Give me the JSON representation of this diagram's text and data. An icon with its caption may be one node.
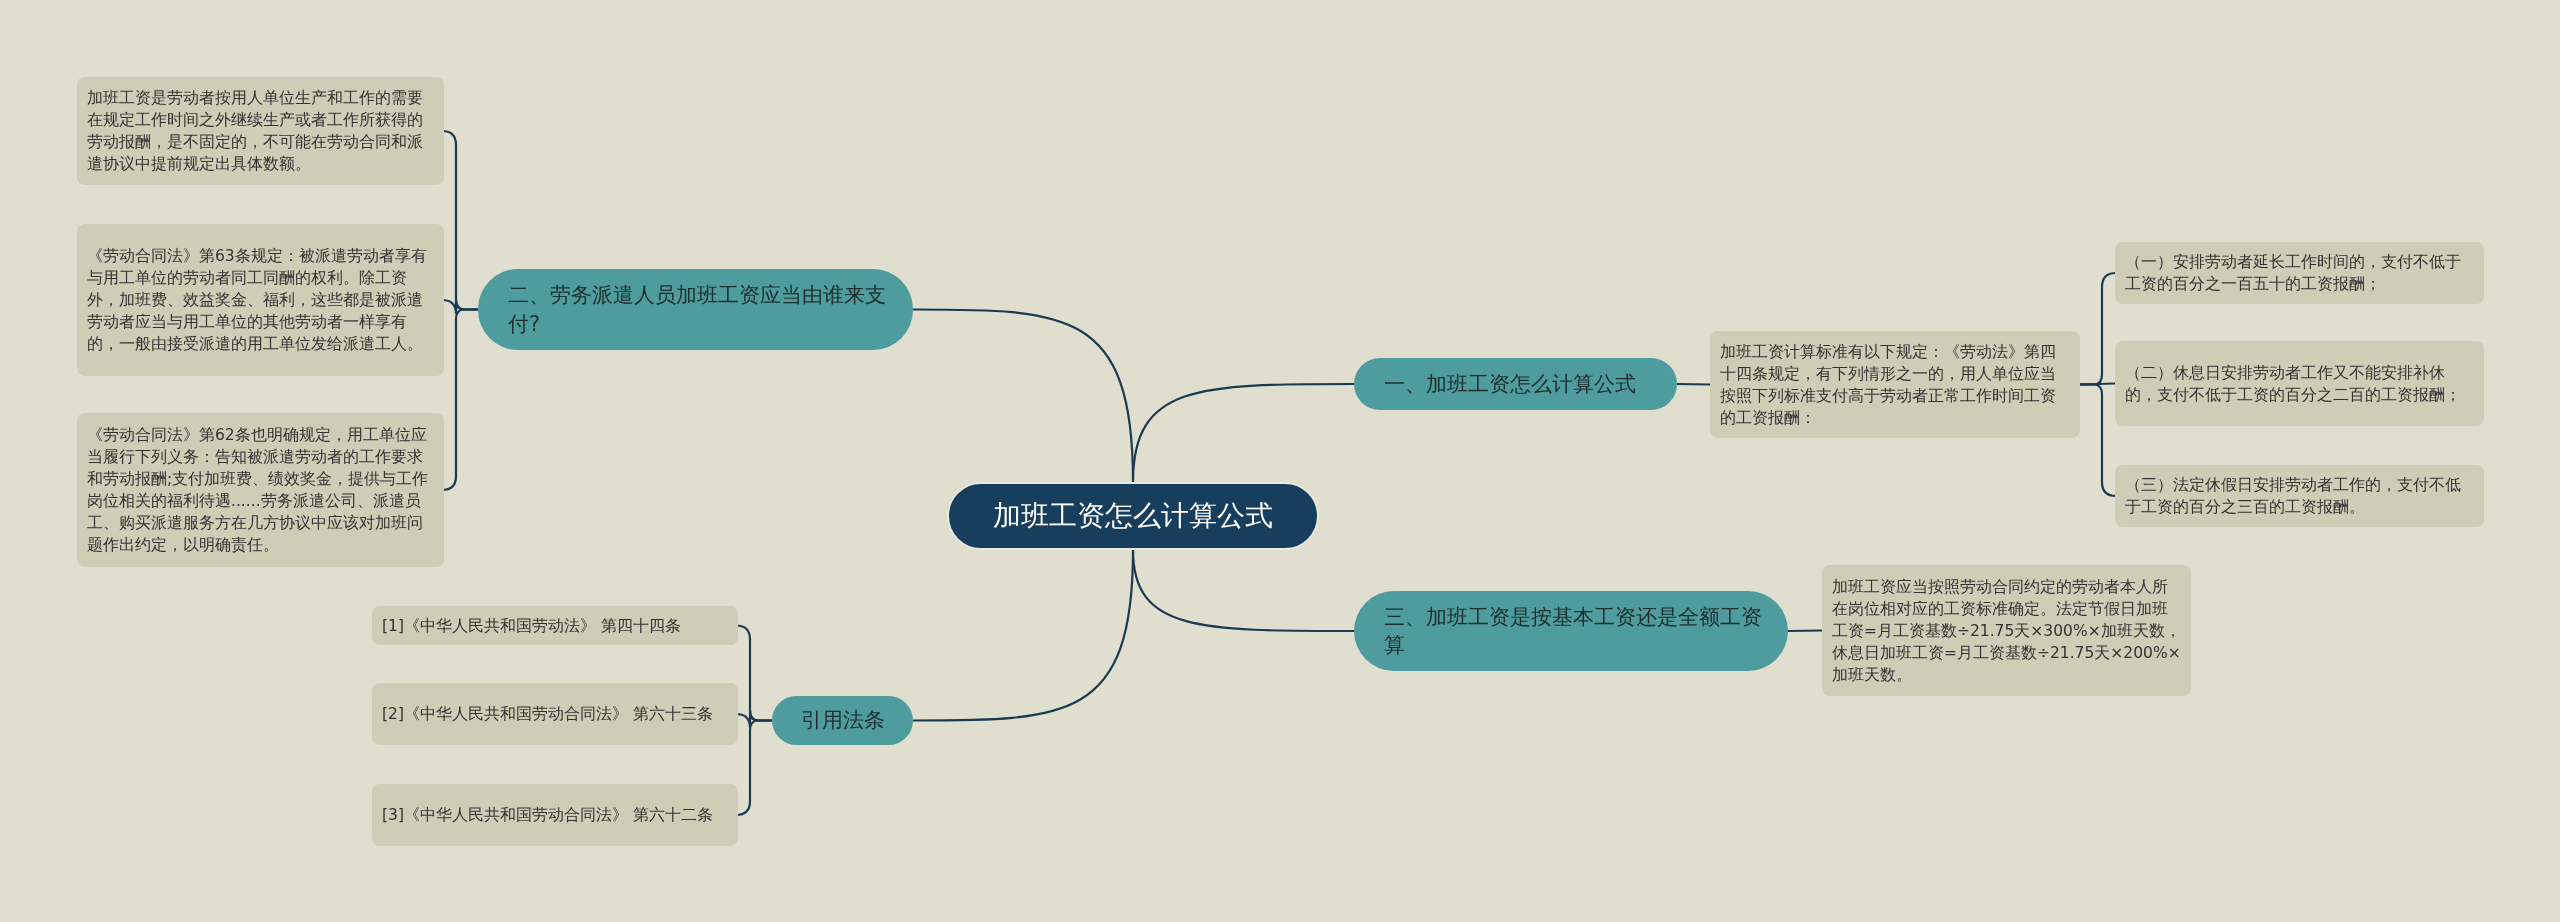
{
  "diagram": {
    "nodes": [
      {
        "text": [
          "加班工资怎么计算公式"
        ]
      },
      {
        "text": [
          "二、劳务派遣人员加班工资应当由谁来支付?"
        ]
      },
      {
        "text": [
          "加班工资是劳动者按用人单位生产和工作的需要在规定工作时间之外继续生产或者工作所获得的劳动报酬，是不固定的，不可能在劳动合同和派遣协议中提前规定出具体数额。"
        ]
      },
      {
        "text": [
          "《劳动合同法》第63条规定：被派遣劳动者享有与用工单位的劳动者同工同酬的权利。除工资外，加班费、效益奖金、福利，这些都是被派遣劳动者应当与用工单位的其他劳动者一样享有的，一般由接受派遣的用工单位发给派遣工人。"
        ]
      },
      {
        "text": [
          "《劳动合同法》第62条也明确规定，用工单位应当履行下列义务：告知被派遣劳动者的工作要求和劳动报酬;支付加班费、绩效奖金，提供与工作岗位相关的福利待遇......劳务派遣公司、派遣员工、购买派遣服务方在几方协议中应该对加班问题作出约定，以明确责任。"
        ]
      },
      {
        "text": [
          "一、加班工资怎么计算公式"
        ]
      },
      {
        "text": [
          "加班工资计算标准有以下规定：《劳动法》第四十四条规定，有下列情形之一的，用人单位应当按照下列标准支付高于劳动者正常工作时间工资的工资报酬："
        ]
      },
      {
        "text": [
          "（一）安排劳动者延长工作时间的，支付不低于工资的百分之一百五十的工资报酬；"
        ]
      },
      {
        "text": [
          "（二）休息日安排劳动者工作又不能安排补休的，支付不低于工资的百分之二百的工资报酬；"
        ]
      },
      {
        "text": [
          "（三）法定休假日安排劳动者工作的，支付不低于工资的百分之三百的工资报酬。"
        ]
      },
      {
        "text": [
          "三、加班工资是按基本工资还是全额工资算"
        ]
      },
      {
        "text": [
          "加班工资应当按照劳动合同约定的劳动者本人所在岗位相对应的工资标准确定。法定节假日加班工资=月工资基数÷21.75天×300%×加班天数，休息日加班工资=月工资基数÷21.75天×200%×加班天数。"
        ]
      },
      {
        "text": [
          "引用法条"
        ]
      },
      {
        "text": [
          "[1]《中华人民共和国劳动法》 第四十四条"
        ]
      },
      {
        "text": [
          "[2]《中华人民共和国劳动合同法》 第六十三条"
        ]
      },
      {
        "text": [
          "[3]《中华人民共和国劳动合同法》 第六十二条"
        ]
      }
    ],
    "edges": [
      {
        "from": 0,
        "to": 1,
        "arrow": "none"
      },
      {
        "from": 1,
        "to": 2,
        "arrow": "none"
      },
      {
        "from": 1,
        "to": 3,
        "arrow": "none"
      },
      {
        "from": 1,
        "to": 4,
        "arrow": "none"
      },
      {
        "from": 0,
        "to": 5,
        "arrow": "none"
      },
      {
        "from": 5,
        "to": 6,
        "arrow": "none"
      },
      {
        "from": 6,
        "to": 7,
        "arrow": "none"
      },
      {
        "from": 6,
        "to": 8,
        "arrow": "none"
      },
      {
        "from": 6,
        "to": 9,
        "arrow": "none"
      },
      {
        "from": 0,
        "to": 10,
        "arrow": "none"
      },
      {
        "from": 10,
        "to": 11,
        "arrow": "none"
      },
      {
        "from": 0,
        "to": 12,
        "arrow": "none"
      },
      {
        "from": 12,
        "to": 13,
        "arrow": "none"
      },
      {
        "from": 12,
        "to": 14,
        "arrow": "none"
      },
      {
        "from": 12,
        "to": 15,
        "arrow": "none"
      }
    ]
  }
}
